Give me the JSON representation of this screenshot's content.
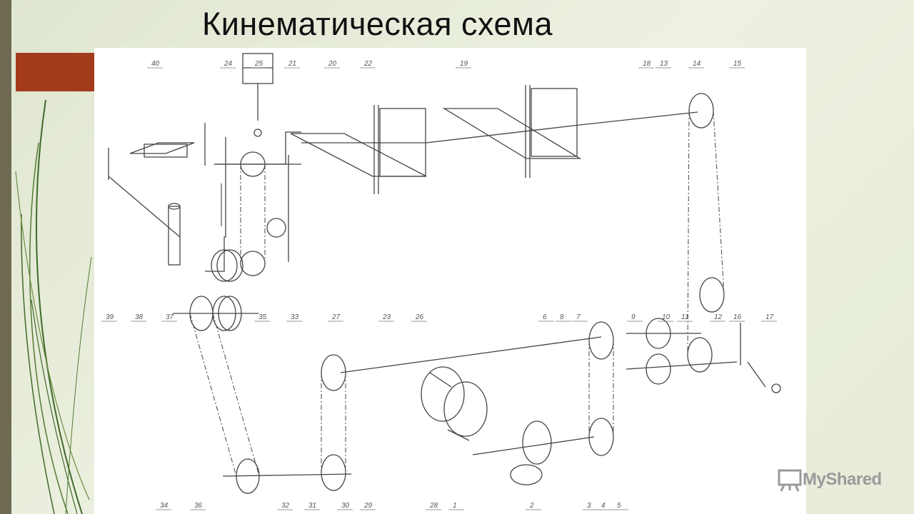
{
  "slide": {
    "title": "Кинематическая схема"
  },
  "watermark": {
    "text": "MyShared",
    "icon": "presentation-board-icon"
  },
  "diagram": {
    "labels_top": [
      "40",
      "24",
      "25",
      "21",
      "20",
      "22",
      "19",
      "18",
      "13",
      "14",
      "15"
    ],
    "labels_middle": [
      "39",
      "38",
      "37",
      "27",
      "23",
      "26",
      "35",
      "33",
      "6",
      "8",
      "7",
      "9",
      "10",
      "11",
      "12",
      "16",
      "17"
    ],
    "labels_bottom": [
      "34",
      "36",
      "32",
      "31",
      "30",
      "29",
      "28",
      "1",
      "2",
      "3",
      "4",
      "5"
    ]
  },
  "colors": {
    "left_bar": "#6e6a52",
    "accent_bar": "#a33a1c",
    "background": "#e6ecd8"
  }
}
